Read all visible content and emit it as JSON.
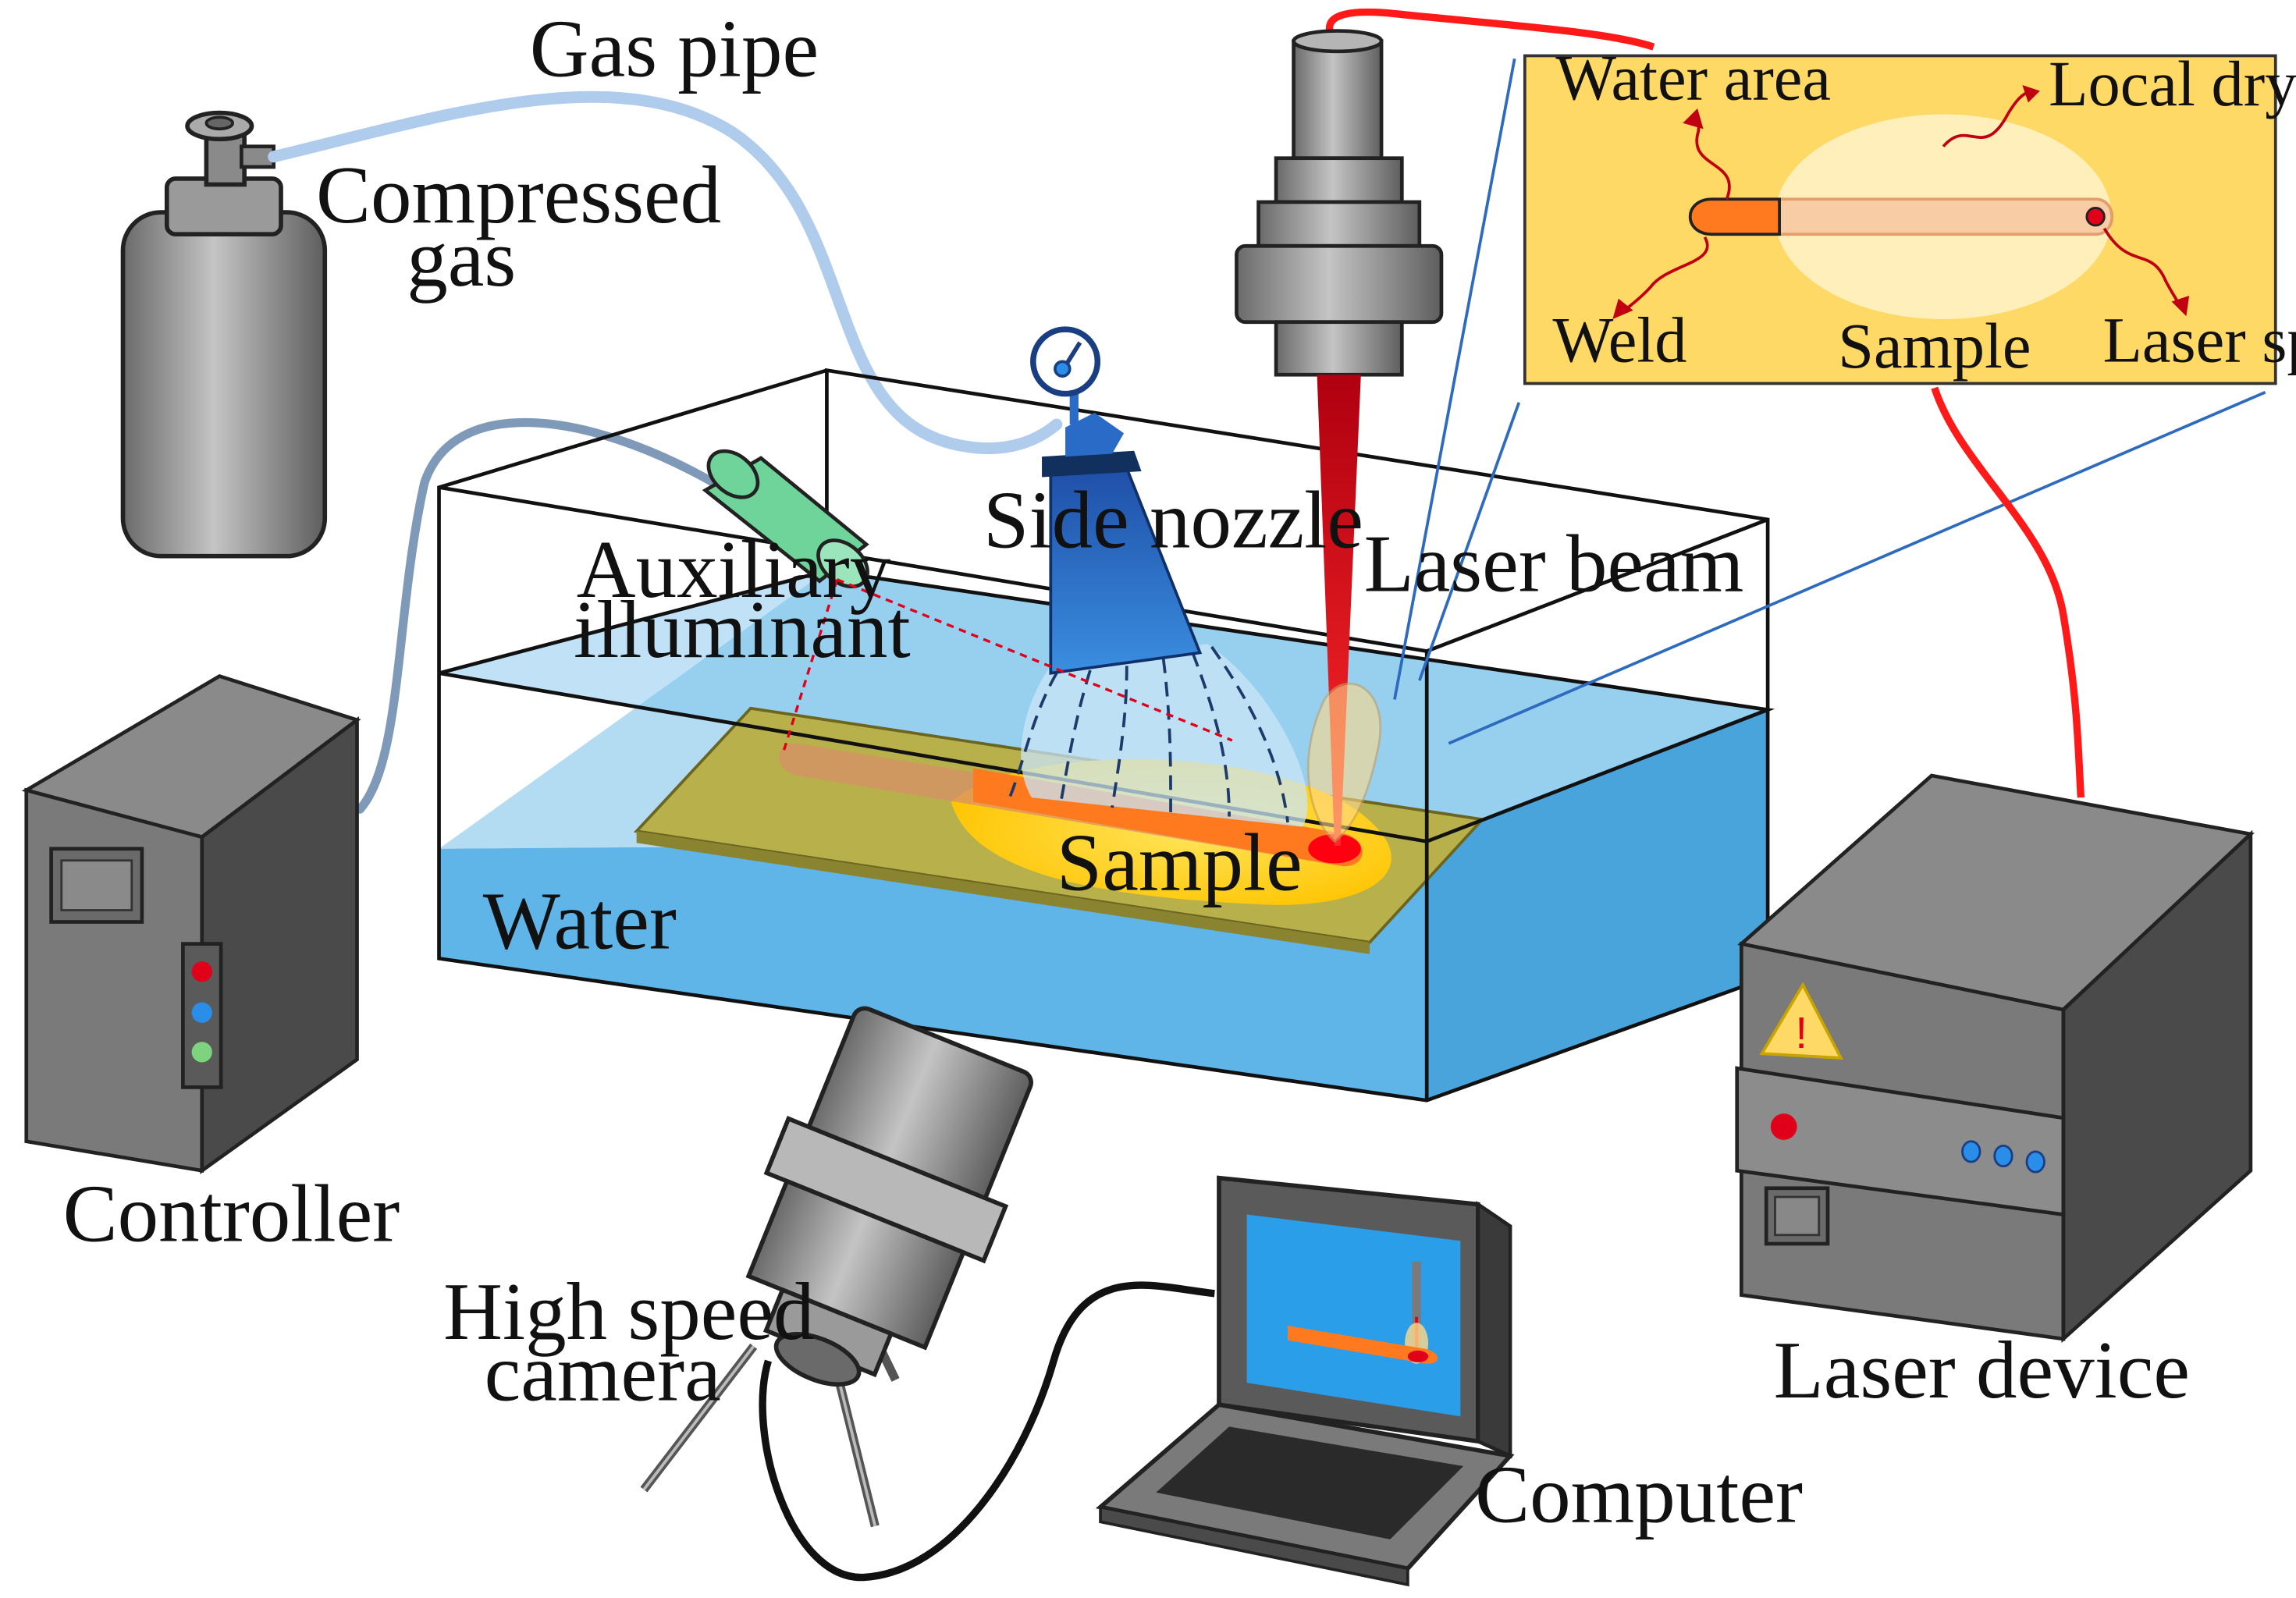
{
  "labels": {
    "gas_pipe": "Gas pipe",
    "compressed_gas_line1": "Compressed",
    "compressed_gas_line2": "gas",
    "side_nozzle": "Side nozzle",
    "auxiliary_illuminant_line1": "Auxiliary",
    "auxiliary_illuminant_line2": "illuminant",
    "laser_beam": "Laser beam",
    "sample": "Sample",
    "water": "Water",
    "controller": "Controller",
    "high_speed_camera_line1": "High speed",
    "high_speed_camera_line2": "camera",
    "computer": "Computer",
    "laser_device": "Laser device"
  },
  "inset": {
    "water_area": "Water area",
    "local_dry_area": "Local dry area",
    "weld": "Weld",
    "sample": "Sample",
    "laser_spot": "Laser spot"
  },
  "warning_glyph": "!",
  "colors": {
    "water": "#5fb4e8",
    "sample_plate": "#b8b04a",
    "weld": "#ff7a1f",
    "molten_zone": "#ffd400",
    "laser": "#e0001a",
    "device_gray": "#7a7a7a",
    "inset_bg": "#ffd966",
    "gas_pipe": "#b0ccec",
    "illuminant": "#6fd49a",
    "nozzle": "#2a6bc8"
  }
}
